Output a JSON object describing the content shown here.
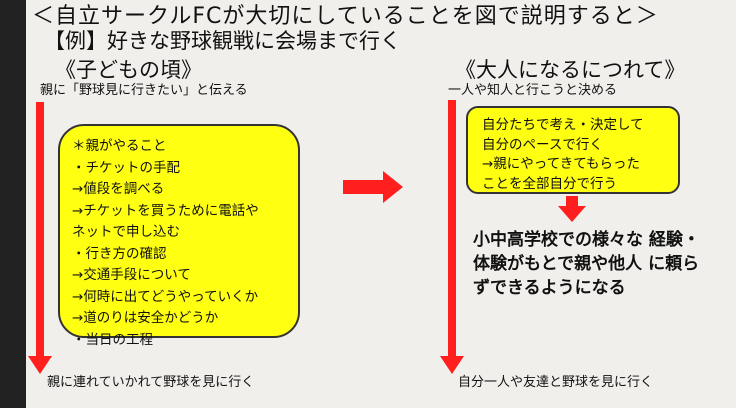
{
  "title": "＜自立サークルFCが大切にしていることを図で説明すると＞",
  "subtitle": "【例】好きな野球観戦に会場まで行く",
  "left": {
    "heading": "《子どもの頃》",
    "top_label": "親に「野球見に行きたい」と伝える",
    "box_lines": [
      "＊親がやること",
      "・チケットの手配",
      "→値段を調べる",
      "→チケットを買うために電話や",
      "ネットで申し込む",
      "・行き方の確認",
      "→交通手段について",
      "→何時に出てどうやっていくか",
      "→道のりは安全かどうか",
      "・当日の工程"
    ],
    "bottom_label": "親に連れていかれて野球を見に行く"
  },
  "right": {
    "heading": "《大人になるにつれて》",
    "top_label": "一人や知人と行こうと決める",
    "box_lines": [
      "自分たちで考え・決定して",
      "自分のペースで行く",
      "→親にやってきてもらった",
      "ことを全部自分で行う"
    ],
    "conclusion_lines": [
      "小中高学校での様々な 経験・",
      "体験がもとで親や他人 に頼ら",
      "ずできるようになる"
    ],
    "bottom_label": "自分一人や友達と野球を見に行く"
  },
  "colors": {
    "background": "#f1efec",
    "accent_red": "#ff1f1f",
    "box_yellow": "#ffff12",
    "left_bar": "#222222"
  }
}
